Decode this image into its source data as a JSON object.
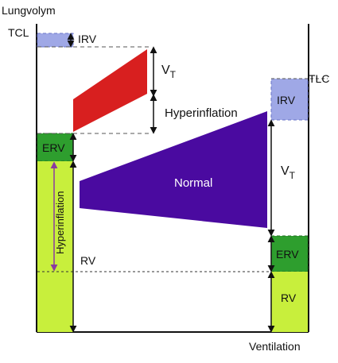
{
  "axis": {
    "y_label": "Lungvolym",
    "x_label": "Ventilation"
  },
  "left_column": {
    "top_label": "TCL",
    "irv_label": "IRV",
    "erv_label": "ERV",
    "hyperinflation_vertical_label": "Hyperinflation",
    "rv_label": "RV"
  },
  "middle": {
    "vt_label": "V",
    "vt_subscript": "T",
    "hyperinflation_label": "Hyperinflation",
    "normal_label": "Normal"
  },
  "right_column": {
    "top_label": "TLC",
    "irv_label": "IRV",
    "vt_label": "V",
    "vt_subscript": "T",
    "erv_label": "ERV",
    "rv_label": "RV"
  },
  "colors": {
    "irv": "#9fa8e6",
    "erv": "#2e9e2e",
    "rv": "#c8ef3c",
    "hyperinflation_band": "#d81f1f",
    "normal_band": "#4a0aa0",
    "axis": "#111111"
  }
}
